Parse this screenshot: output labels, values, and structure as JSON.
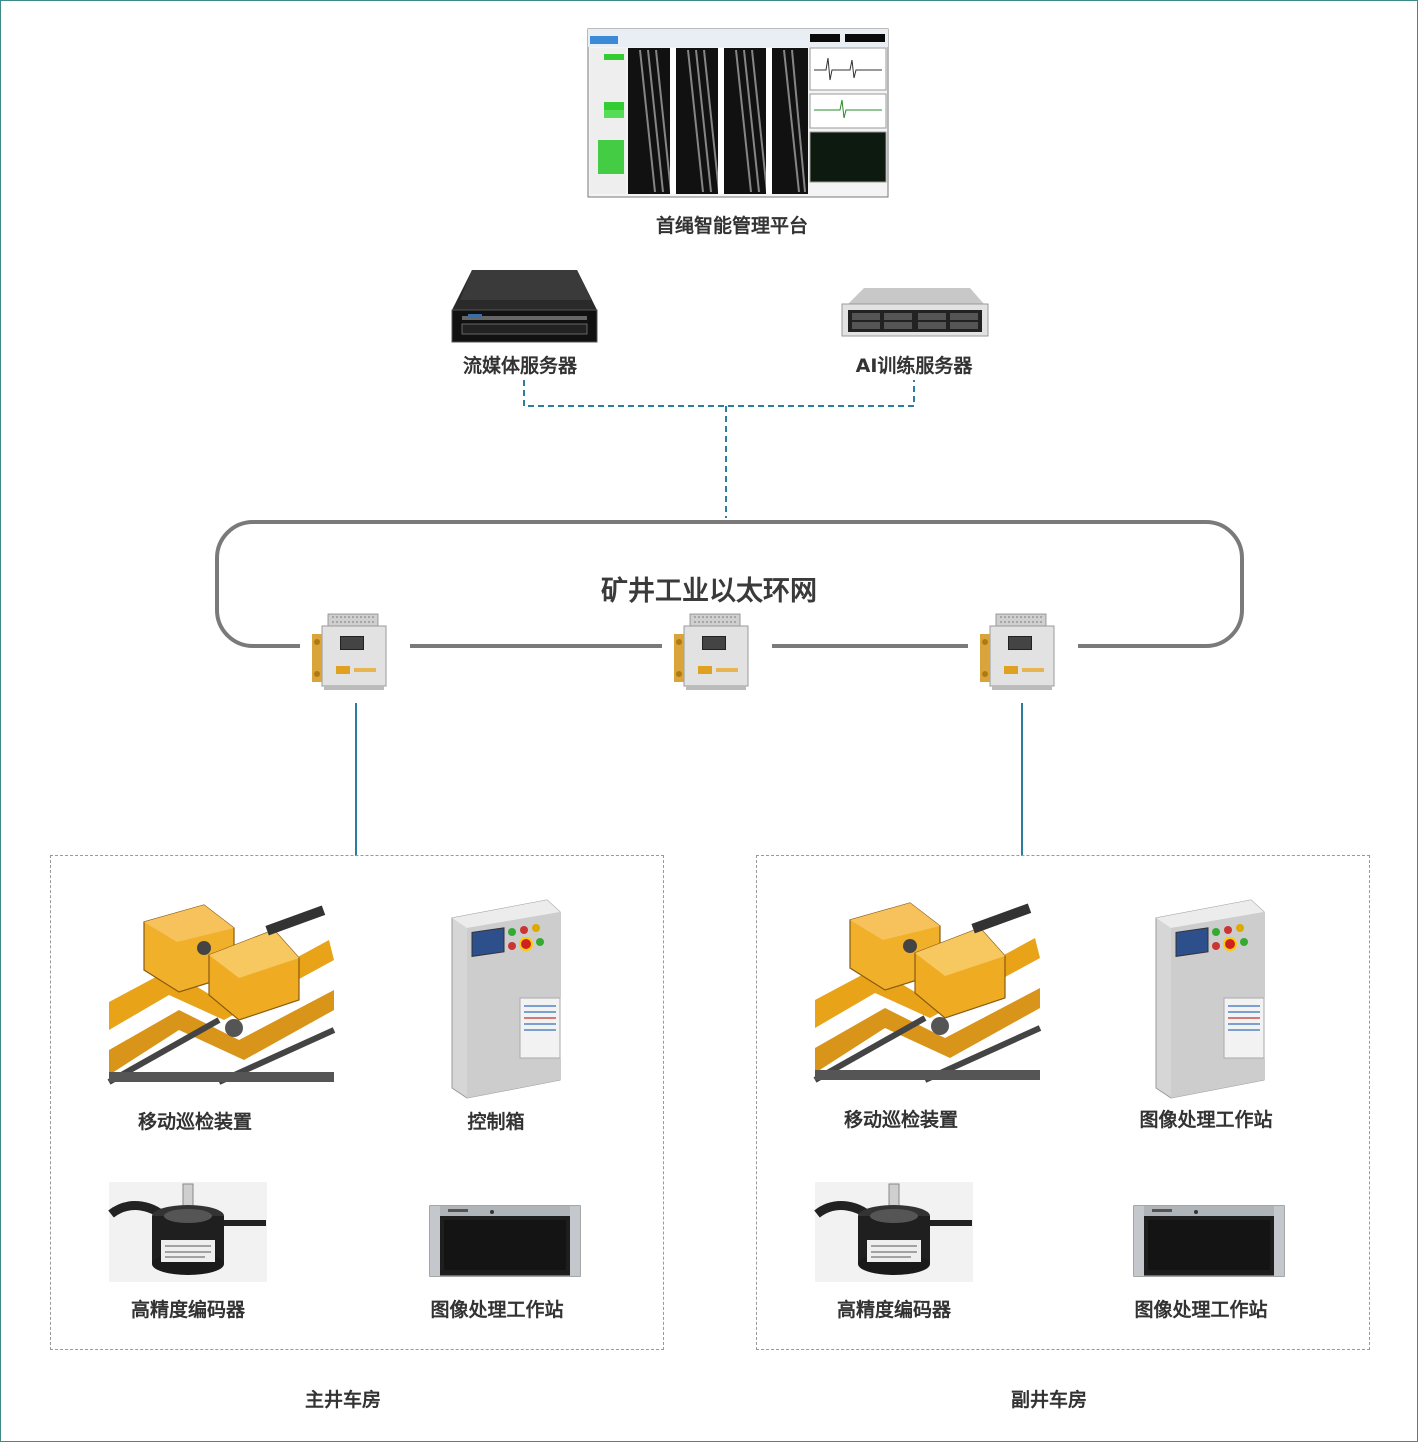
{
  "colors": {
    "frame": "#3e8a8a",
    "link": "#2a7f9e",
    "ring": "#7a7a7a",
    "device_yellow": "#f2a81d",
    "cabinet_grey": "#d8d8d8"
  },
  "platform": {
    "label": "首绳智能管理平台"
  },
  "servers": {
    "streaming": {
      "label": "流媒体服务器"
    },
    "ai_training": {
      "label": "AI训练服务器"
    }
  },
  "network": {
    "label": "矿井工业以太环网"
  },
  "rooms": {
    "main": {
      "label": "主井车房",
      "devices": {
        "inspection": "移动巡检装置",
        "control": "控制箱",
        "encoder": "高精度编码器",
        "workstation": "图像处理工作站"
      }
    },
    "auxiliary": {
      "label": "副井车房",
      "devices": {
        "inspection": "移动巡检装置",
        "control": "图像处理工作站",
        "encoder": "高精度编码器",
        "workstation": "图像处理工作站"
      }
    }
  },
  "icons": {
    "platform_screenshot": "monitor-screenshot-icon",
    "server": "rack-server-icon",
    "switch": "ring-switch-icon",
    "inspection": "inspection-robot-icon",
    "cabinet": "control-cabinet-icon",
    "encoder": "rotary-encoder-icon",
    "workstation": "industrial-pc-icon"
  }
}
